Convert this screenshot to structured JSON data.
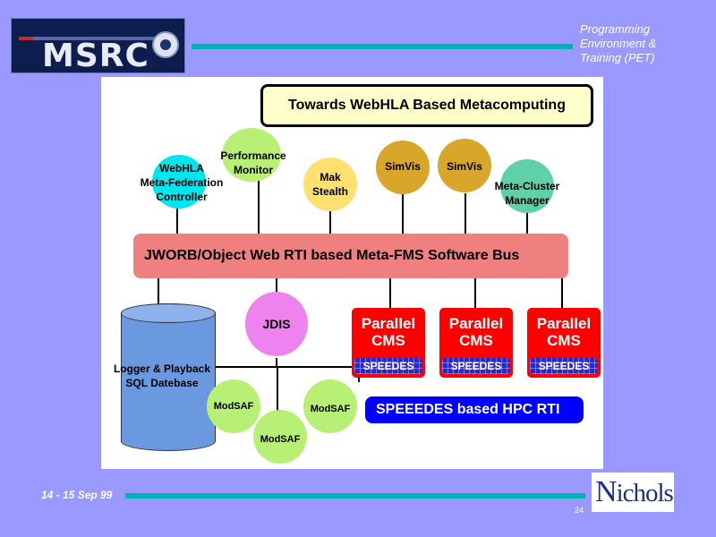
{
  "header": {
    "logo_msrc": "MSRC",
    "program_title": [
      "Programming",
      "Environment &",
      "Training (PET)"
    ]
  },
  "footer": {
    "date": "14 - 15 Sep 99",
    "page_number": "24",
    "nichols_logo": "Nichols"
  },
  "diagram": {
    "title": "Towards WebHLA Based Metacomputing",
    "top_nodes": {
      "webhla": [
        "WebHLA",
        "Meta-Federation",
        "Controller"
      ],
      "perf_monitor": [
        "Performance",
        "Monitor"
      ],
      "mak_stealth": [
        "Mak",
        "Stealth"
      ],
      "simvis_1": "SimVis",
      "simvis_2": "SimVis",
      "meta_cluster": [
        "Meta-Cluster",
        "Manager"
      ]
    },
    "bus": "JWORB/Object Web RTI based Meta-FMS Software Bus",
    "database": [
      "Logger & Playback",
      "SQL Datebase"
    ],
    "jdis": "JDIS",
    "modsaf": [
      "ModSAF",
      "ModSAF",
      "ModSAF"
    ],
    "cms_blocks": [
      {
        "title": [
          "Parallel",
          "CMS"
        ],
        "speedes": "SPEEDES"
      },
      {
        "title": [
          "Parallel",
          "CMS"
        ],
        "speedes": "SPEEDES"
      },
      {
        "title": [
          "Parallel",
          "CMS"
        ],
        "speedes": "SPEEDES"
      }
    ],
    "hpc_rti": "SPEEEDES based HPC RTI"
  },
  "colors": {
    "background": "#9999ff",
    "accent_bar": "#00b3b3",
    "title_box": "#ffffcc",
    "bus": "#f08080",
    "webhla_node": "#00e5ee",
    "performance_node": "#b7f075",
    "stealth_node": "#ffe070",
    "simvis_node": "#d9a62c",
    "metacluster_node": "#5fd0a8",
    "jdis_node": "#ee82ee",
    "modsaf_node": "#b7f075",
    "database": "#6b99e0",
    "cms_block": "#ff0000",
    "hpc_rti": "#0000ff"
  }
}
